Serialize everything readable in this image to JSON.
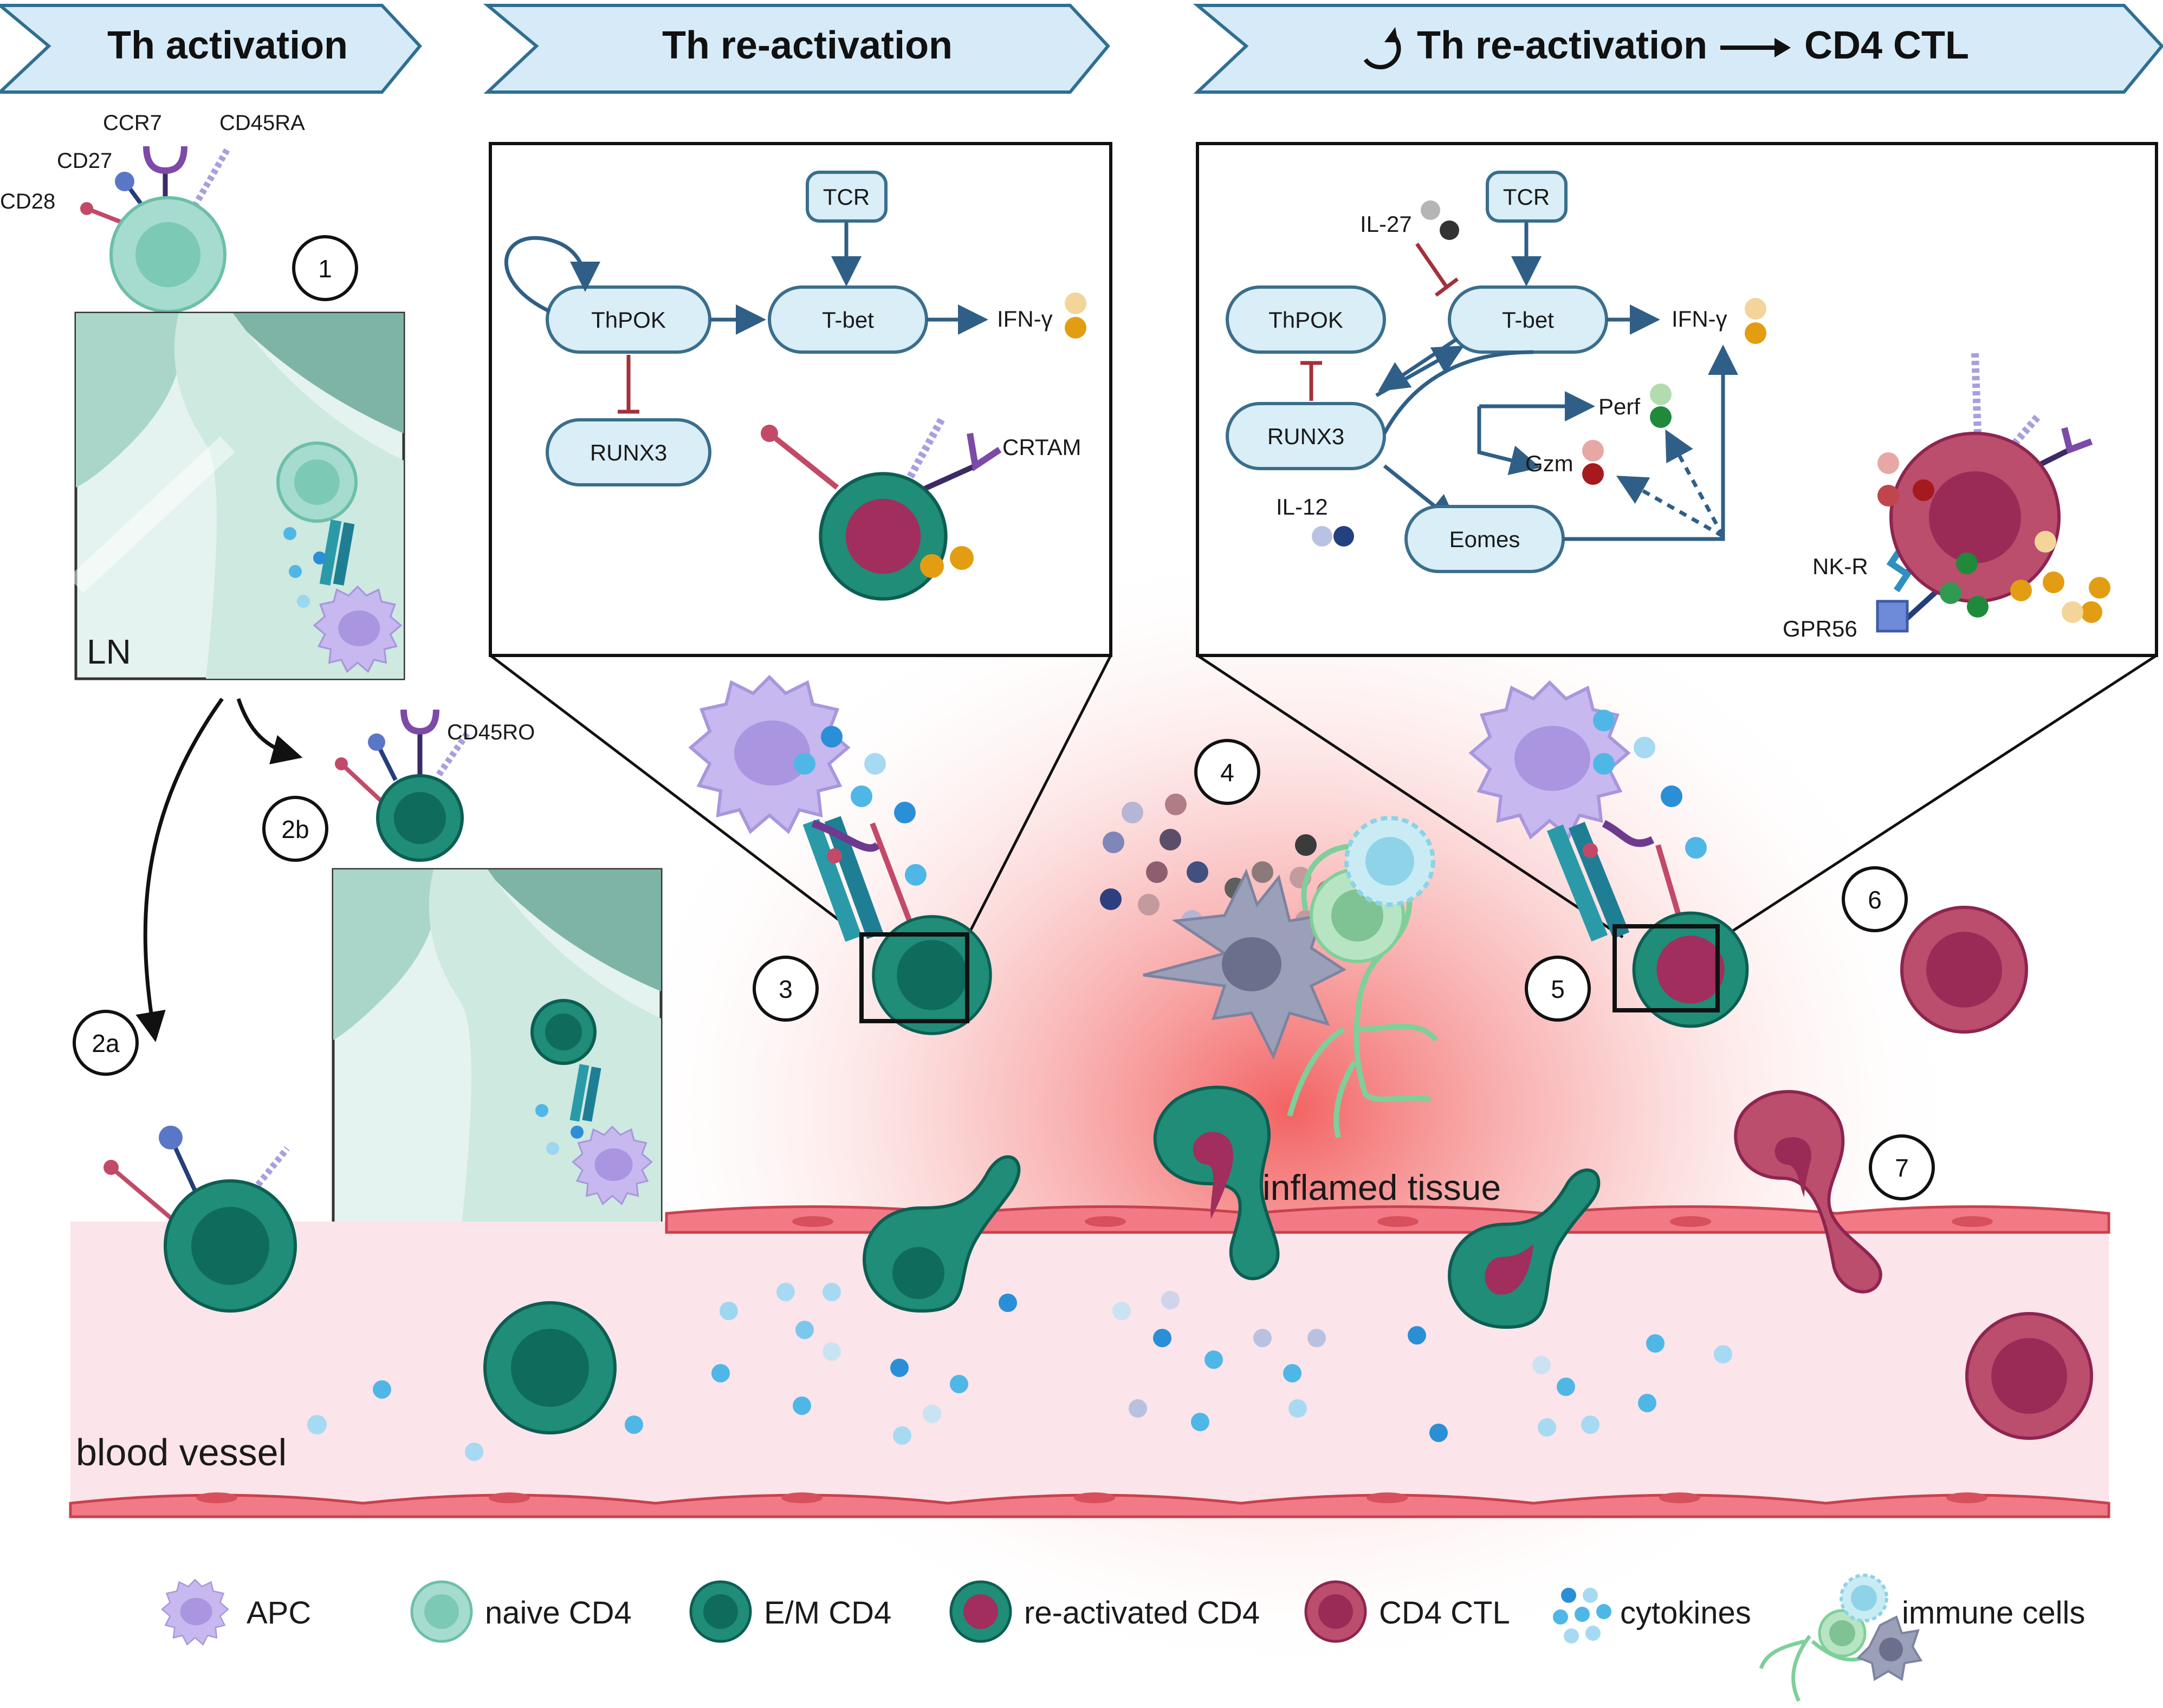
{
  "headers": {
    "th_activation": "Th activation",
    "th_reactivation": "Th re-activation",
    "th_reactivation_ctl_left": "Th re-activation",
    "th_reactivation_ctl_right": "CD4 CTL"
  },
  "markers": {
    "ccr7": "CCR7",
    "cd27": "CD27",
    "cd45ra": "CD45RA",
    "cd28": "CD28",
    "cd45ro": "CD45RO",
    "crtam": "CRTAM",
    "nkr": "NK-R",
    "gpr56": "GPR56"
  },
  "panel_left": {
    "tcr": "TCR",
    "thpok": "ThPOK",
    "tbet": "T-bet",
    "ifng": "IFN-γ",
    "runx3": "RUNX3"
  },
  "panel_right": {
    "tcr": "TCR",
    "il27": "IL-27",
    "thpok": "ThPOK",
    "tbet": "T-bet",
    "ifng": "IFN-γ",
    "runx3": "RUNX3",
    "perf": "Perf",
    "gzm": "Gzm",
    "il12": "IL-12",
    "eomes": "Eomes"
  },
  "locations": {
    "ln": "LN",
    "blood_vessel": "blood vessel",
    "inflamed_tissue": "inflamed tissue"
  },
  "steps": [
    "1",
    "2a",
    "2b",
    "3",
    "4",
    "5",
    "6",
    "7"
  ],
  "legend": [
    {
      "label": "APC",
      "icon": "apc-icon"
    },
    {
      "label": "naive CD4",
      "icon": "naive-cd4-icon"
    },
    {
      "label": "E/M CD4",
      "icon": "em-cd4-icon"
    },
    {
      "label": "re-activated CD4",
      "icon": "reactivated-cd4-icon"
    },
    {
      "label": "CD4 CTL",
      "icon": "cd4-ctl-icon"
    },
    {
      "label": "cytokines",
      "icon": "cytokines-icon"
    },
    {
      "label": "immune cells",
      "icon": "immune-cells-icon"
    }
  ],
  "colors": {
    "naive": "#a6dccf",
    "em": "#1d8a76",
    "em_dark": "#0d5e52",
    "ctl": "#b84a6a",
    "ctl_dark": "#8e2450",
    "apc": "#c5b6ee",
    "node_fill": "#d9eef7",
    "arrow": "#2f5f86",
    "inhibit": "#a3313a",
    "header_fill": "#d6ebf7",
    "vessel": "#fbe4ea"
  }
}
